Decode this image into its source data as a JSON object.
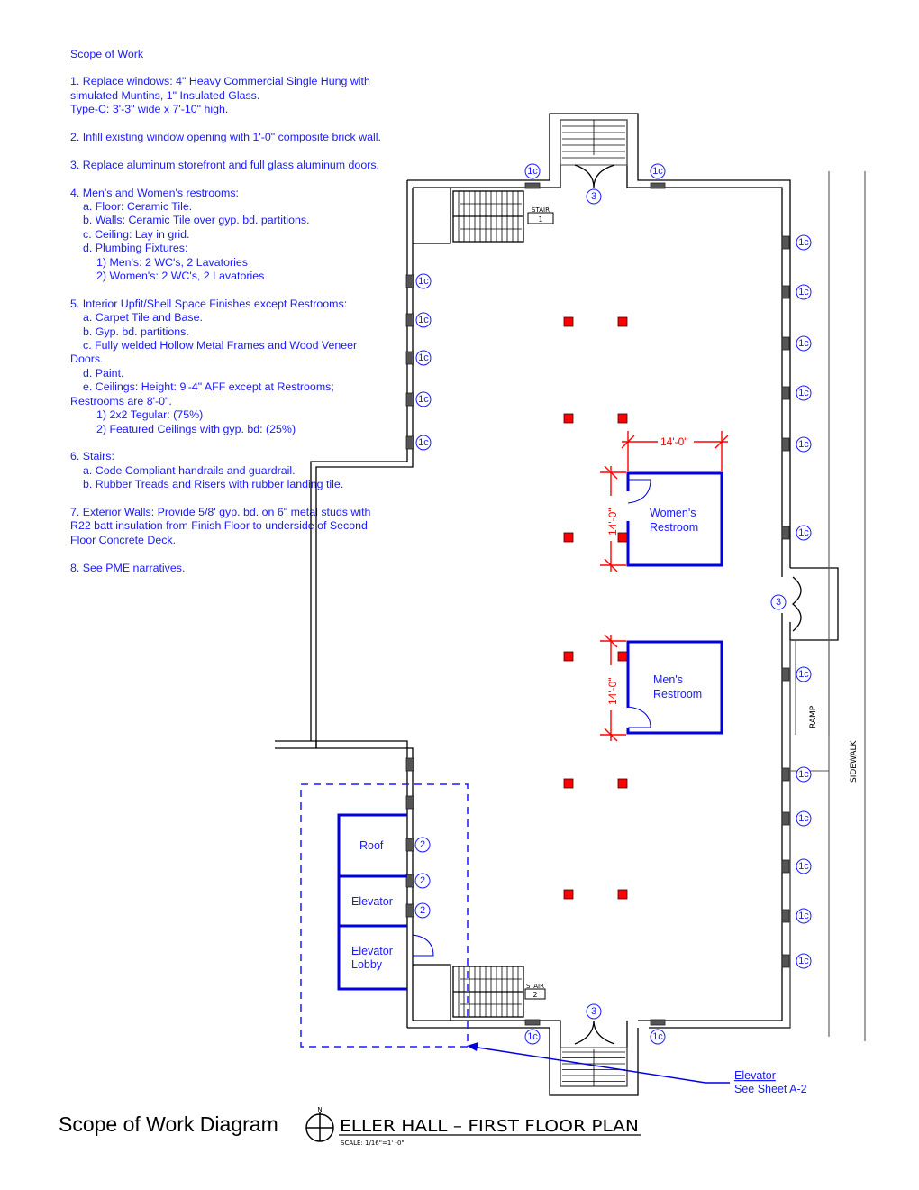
{
  "scope_of_work": {
    "title": "Scope of Work",
    "sections": [
      {
        "lines": [
          {
            "level": 0,
            "text": "1. Replace windows:  4\" Heavy Commercial Single Hung with"
          },
          {
            "level": 0,
            "text": "simulated Muntins, 1\" Insulated Glass."
          },
          {
            "level": 0,
            "text": "Type-C: 3'-3\" wide x 7'-10\" high."
          }
        ]
      },
      {
        "lines": [
          {
            "level": 0,
            "text": "2. Infill existing window opening with 1'-0\" composite brick wall."
          }
        ]
      },
      {
        "lines": [
          {
            "level": 0,
            "text": "3. Replace aluminum storefront and full glass aluminum doors."
          }
        ]
      },
      {
        "lines": [
          {
            "level": 0,
            "text": "4. Men's and Women's restrooms:"
          },
          {
            "level": 1,
            "text": "a. Floor: Ceramic Tile."
          },
          {
            "level": 1,
            "text": "b. Walls: Ceramic Tile over gyp. bd. partitions."
          },
          {
            "level": 1,
            "text": "c. Ceiling: Lay in grid."
          },
          {
            "level": 1,
            "text": "d. Plumbing Fixtures:"
          },
          {
            "level": 2,
            "text": "1) Men's: 2 WC's, 2 Lavatories"
          },
          {
            "level": 2,
            "text": "2) Women's: 2 WC's, 2 Lavatories"
          }
        ]
      },
      {
        "lines": [
          {
            "level": 0,
            "text": "5. Interior Upfit/Shell Space Finishes except Restrooms:"
          },
          {
            "level": 1,
            "text": "a. Carpet Tile and Base."
          },
          {
            "level": 1,
            "text": "b. Gyp. bd. partitions."
          },
          {
            "level": 1,
            "text": "c. Fully welded Hollow Metal Frames and Wood Veneer"
          },
          {
            "level": 0,
            "text": "Doors."
          },
          {
            "level": 1,
            "text": "d. Paint."
          },
          {
            "level": 1,
            "text": "e. Ceilings: Height: 9'-4\" AFF except at Restrooms;"
          },
          {
            "level": 0,
            "text": "Restrooms are 8'-0\"."
          },
          {
            "level": 2,
            "text": "1) 2x2 Tegular: (75%)"
          },
          {
            "level": 2,
            "text": "2) Featured Ceilings with gyp. bd: (25%)"
          }
        ]
      },
      {
        "lines": [
          {
            "level": 0,
            "text": "6. Stairs:"
          },
          {
            "level": 1,
            "text": "a. Code Compliant handrails and guardrail."
          },
          {
            "level": 1,
            "text": "b. Rubber Treads and Risers with rubber landing tile."
          }
        ]
      },
      {
        "lines": [
          {
            "level": 0,
            "text": "7. Exterior Walls: Provide 5/8' gyp. bd. on 6\" metal studs with"
          },
          {
            "level": 0,
            "text": "R22 batt insulation from Finish Floor to underside of Second"
          },
          {
            "level": 0,
            "text": "Floor Concrete Deck."
          }
        ]
      },
      {
        "lines": [
          {
            "level": 0,
            "text": "8. See PME narratives."
          }
        ]
      }
    ]
  },
  "plan": {
    "rooms": {
      "womens": {
        "line1": "Women's",
        "line2": "Restroom",
        "width_dim": "14'-0\"",
        "height_dim": "14'-0\""
      },
      "mens": {
        "line1": "Men's",
        "line2": "Restroom",
        "height_dim": "14'-0\""
      },
      "roof": "Roof",
      "elevator": "Elevator",
      "elevator_lobby_1": "Elevator",
      "elevator_lobby_2": "Lobby"
    },
    "stair1": {
      "label": "STAIR",
      "number": "1"
    },
    "stair2": {
      "label": "STAIR",
      "number": "2"
    },
    "ramp_label": "RAMP",
    "sidewalk_label": "SIDEWALK",
    "tags": {
      "window": "1c",
      "infill": "2",
      "storefront": "3"
    },
    "callout": {
      "line1": "Elevator",
      "line2": "See Sheet A-2"
    },
    "north_label": "N",
    "plan_title": "ELLER HALL  –  FIRST FLOOR PLAN",
    "scale_text": "SCALE: 1/16\"=1' -0\""
  },
  "footer": {
    "title": "Scope of Work Diagram"
  },
  "colors": {
    "note_blue": "#1a1aff",
    "room_blue": "#0000e0",
    "dimension_red": "#ff0000",
    "column_red": "#ff0000",
    "wall": "#000000"
  }
}
